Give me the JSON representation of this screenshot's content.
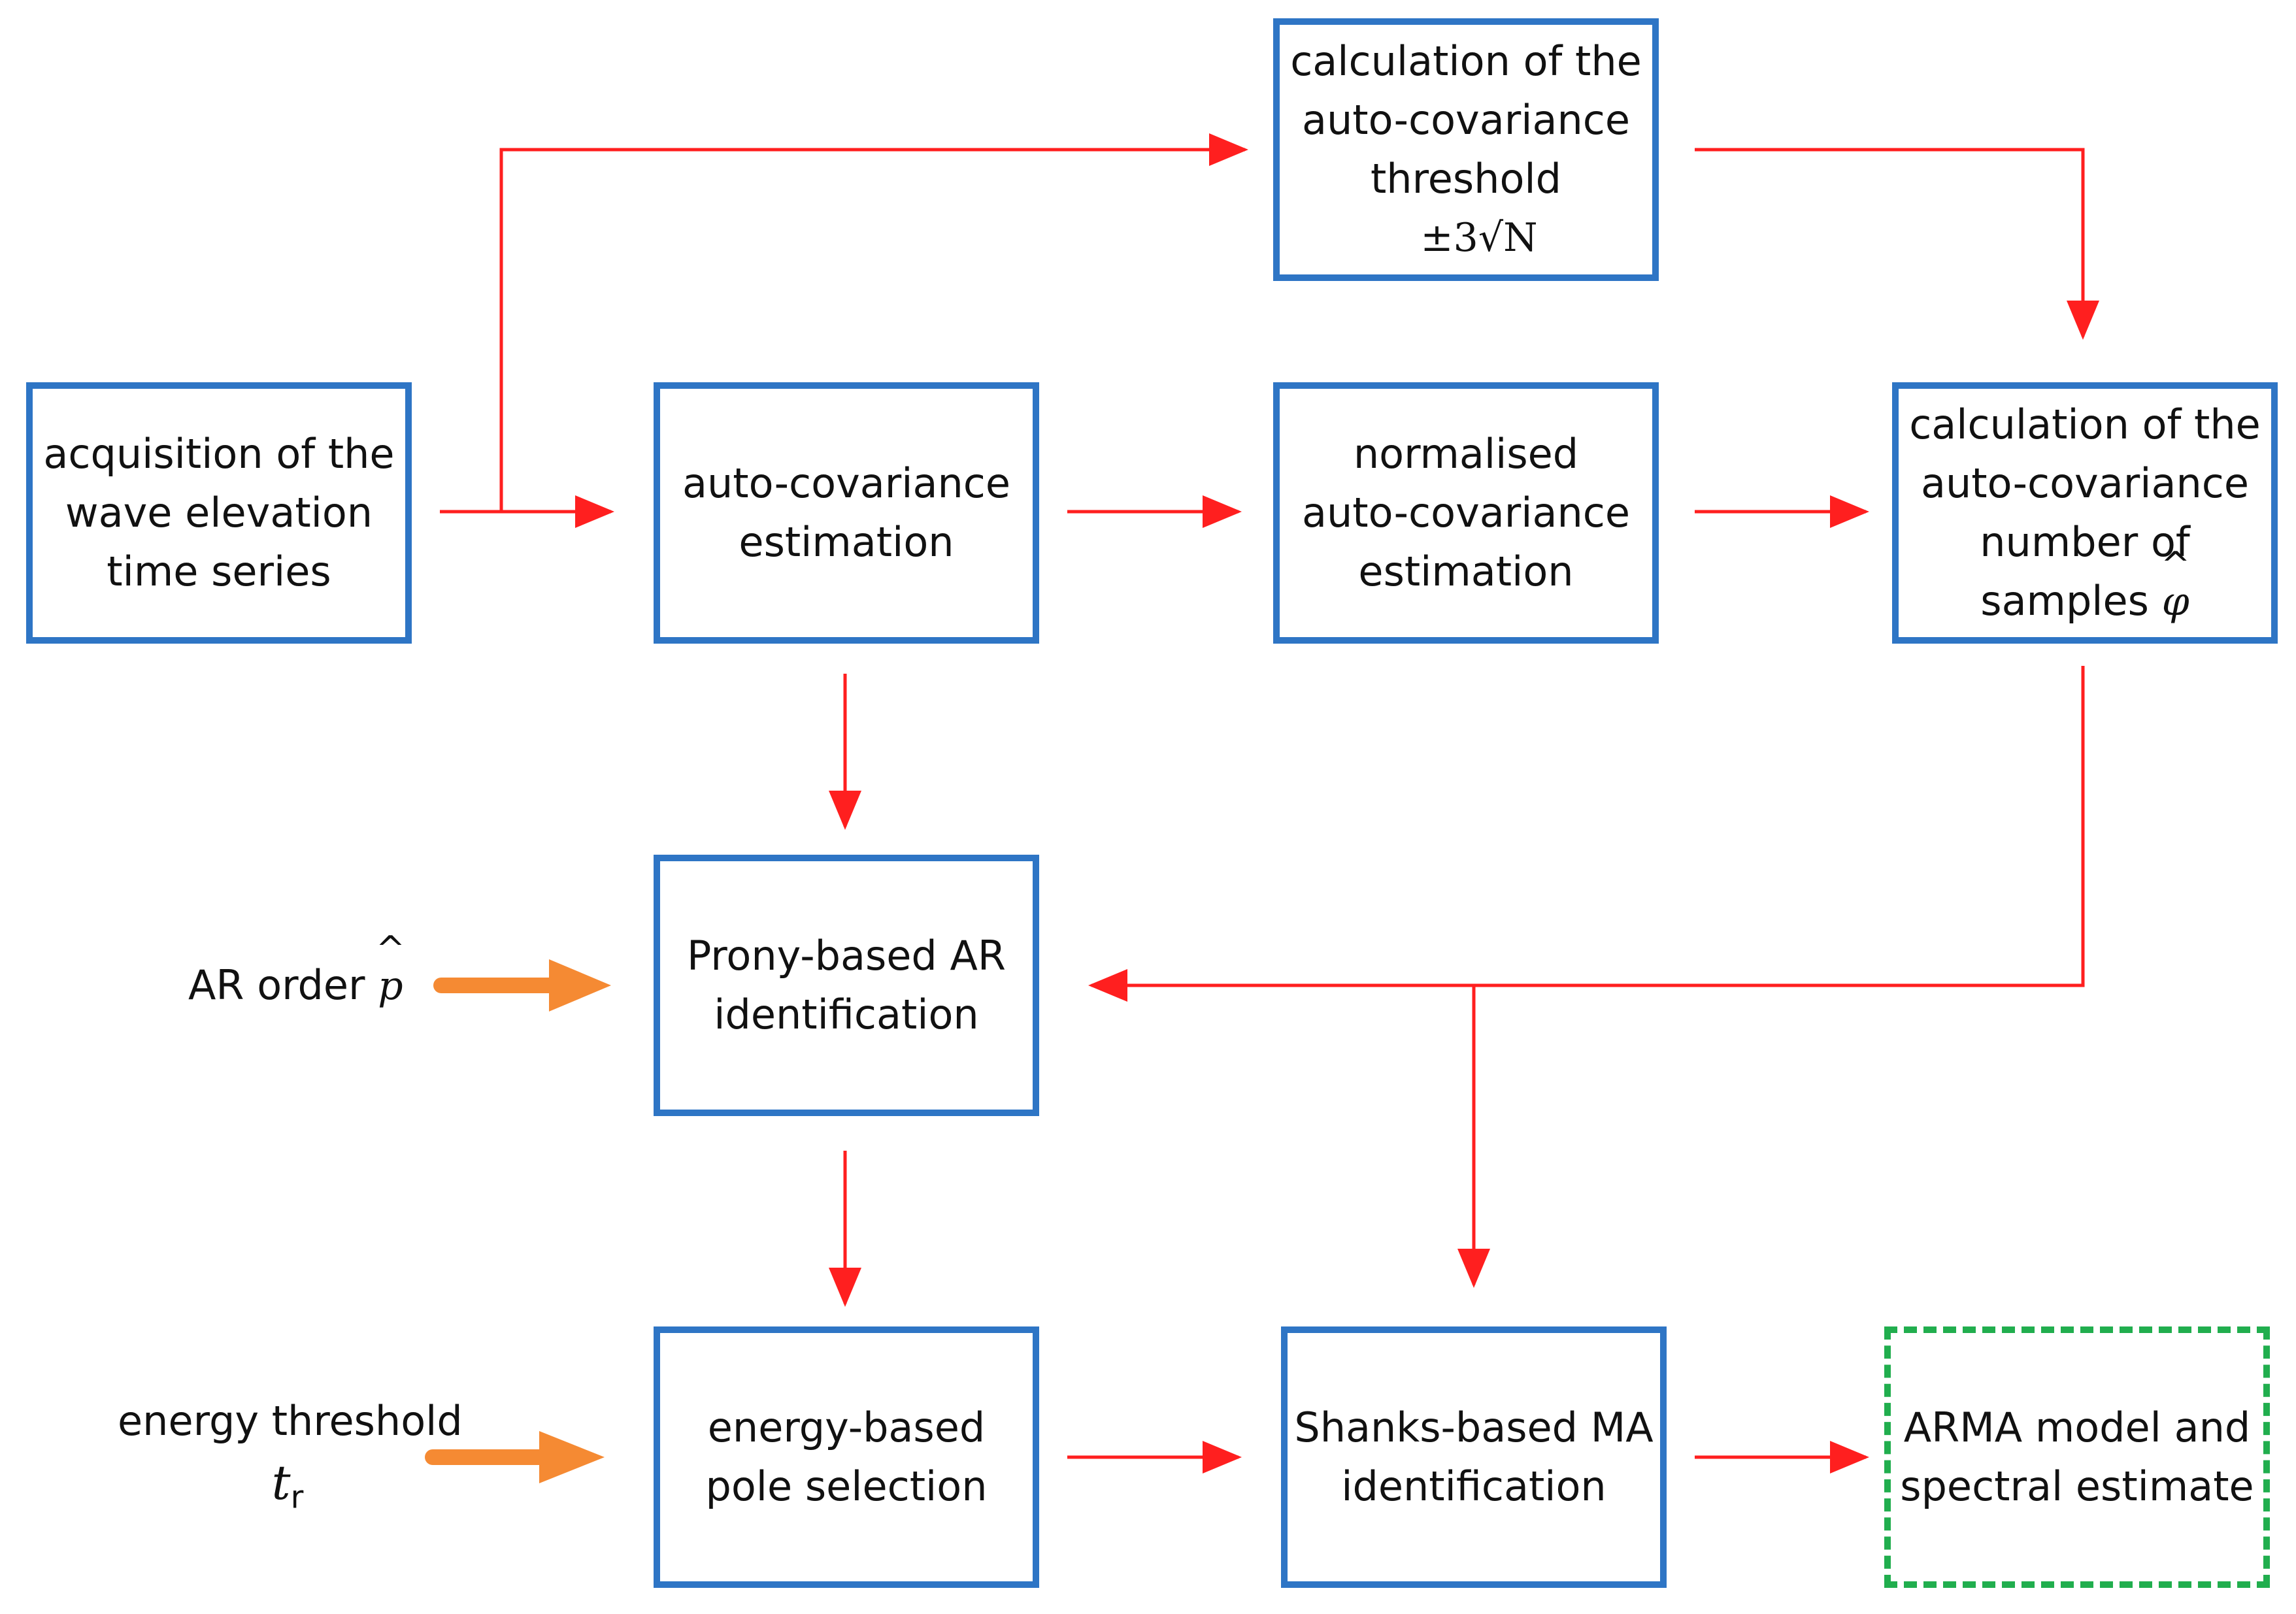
{
  "nodes": {
    "acquisition": {
      "lines": [
        "acquisition of the",
        "wave elevation",
        "time series"
      ]
    },
    "autocov_est": {
      "lines": [
        "auto-covariance",
        "estimation"
      ]
    },
    "threshold": {
      "lines": [
        "calculation of the",
        "auto-covariance",
        "threshold"
      ],
      "formula": "±3√N"
    },
    "normalised": {
      "lines": [
        "normalised",
        "auto-covariance",
        "estimation"
      ]
    },
    "num_samples": {
      "lines": [
        "calculation of the",
        "auto-covariance",
        "number of"
      ],
      "last_line_text": "samples",
      "symbol": "φ"
    },
    "prony": {
      "lines": [
        "Prony-based AR",
        "identification"
      ]
    },
    "energy_pole": {
      "lines": [
        "energy-based",
        "pole selection"
      ]
    },
    "shanks": {
      "lines": [
        "Shanks-based MA",
        "identification"
      ]
    },
    "arma": {
      "lines": [
        "ARMA model and",
        "spectral estimate"
      ]
    }
  },
  "inputs": {
    "ar_order": {
      "text": "AR order",
      "symbol": "p"
    },
    "energy_threshold": {
      "text": "energy threshold",
      "symbol": "t",
      "subscript": "r"
    }
  },
  "colors": {
    "box_border": "#2E75C5",
    "final_border": "#21AE4E",
    "flow_arrow": "#FF1F1F",
    "input_arrow": "#F58A33"
  }
}
